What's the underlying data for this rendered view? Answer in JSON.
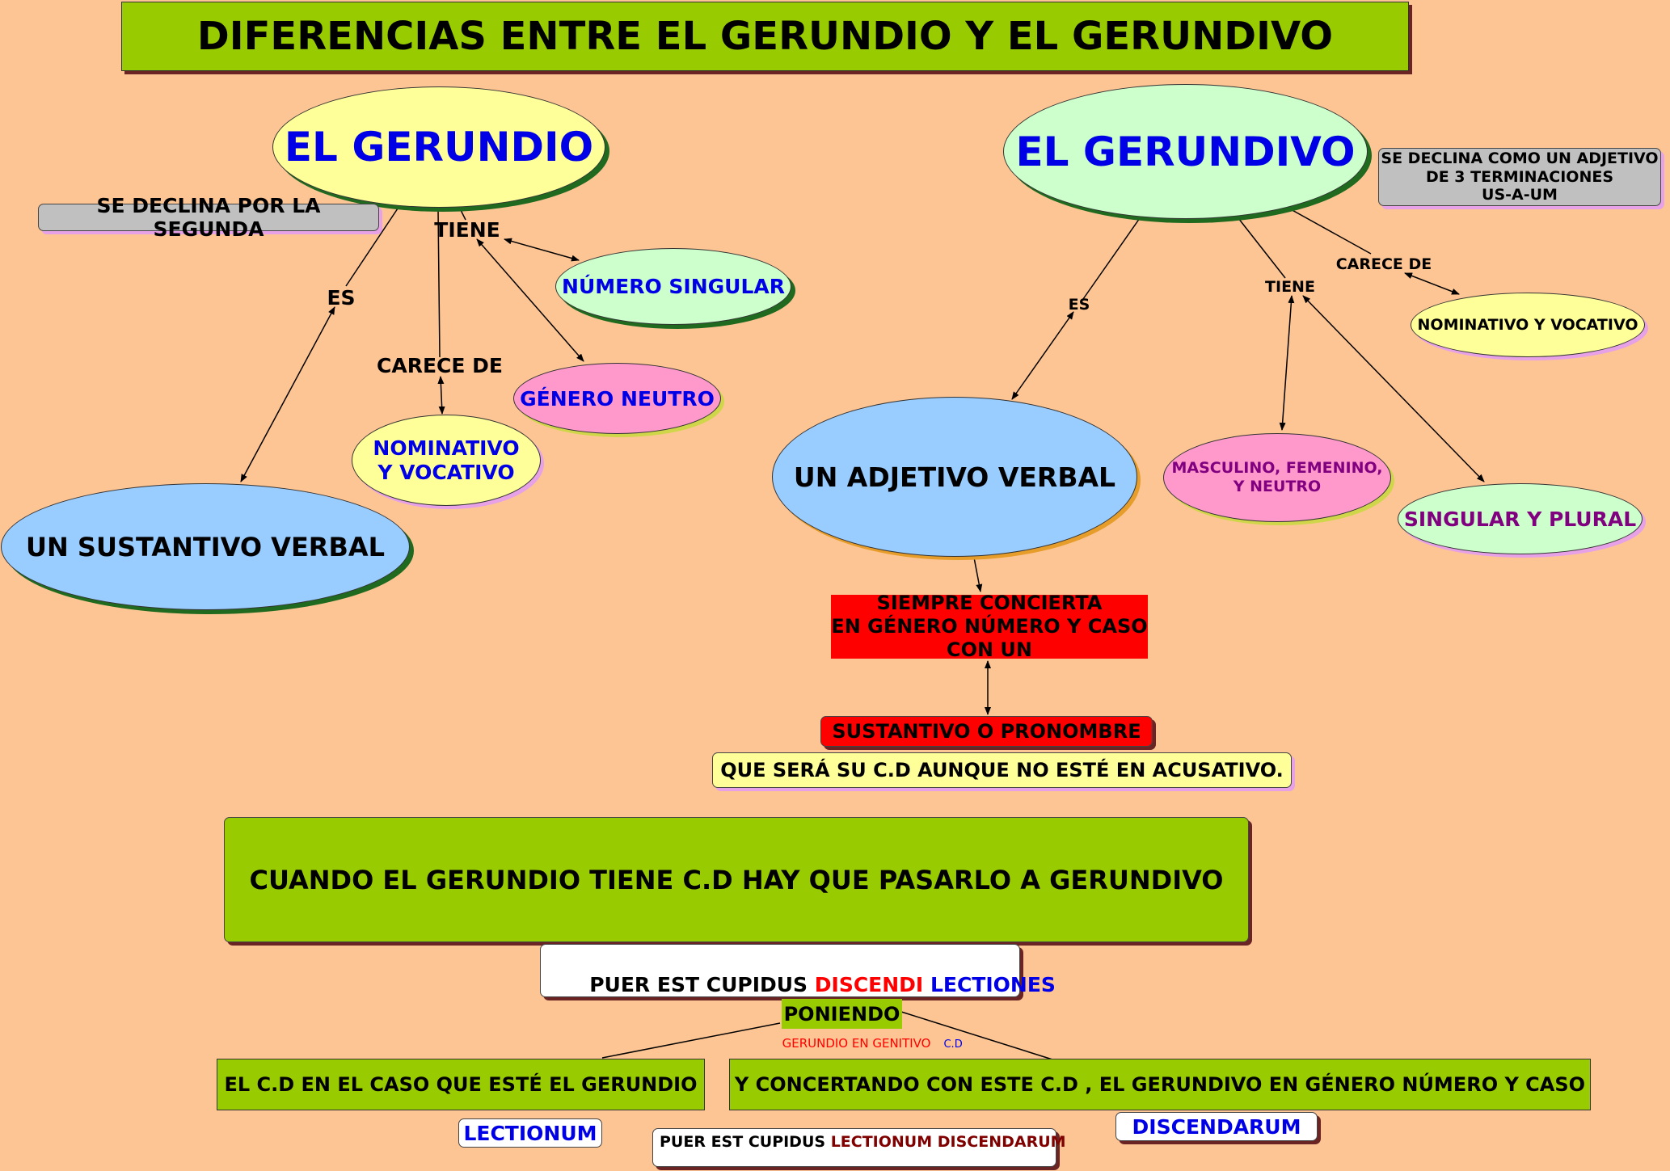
{
  "title": "DIFERENCIAS ENTRE EL GERUNDIO Y EL GERUNDIVO",
  "gerundio": {
    "title": "EL GERUNDIO",
    "declina": "SE DECLINA POR LA SEGUNDA",
    "es_label": "ES",
    "tiene_label": "TIENE",
    "carece_label": "CARECE DE",
    "numero": "NÚMERO SINGULAR",
    "genero": "GÉNERO NEUTRO",
    "nominativo": "NOMINATIVO\nY VOCATIVO",
    "sustantivo": "UN SUSTANTIVO  VERBAL"
  },
  "gerundivo": {
    "title": "EL GERUNDIVO",
    "declina": "SE DECLINA COMO UN ADJETIVO\nDE 3 TERMINACIONES\nUS-A-UM",
    "es_label": "ES",
    "tiene_label": "TIENE",
    "carece_label": "CARECE DE",
    "nominativo": "NOMINATIVO Y VOCATIVO",
    "adjetivo": "UN ADJETIVO VERBAL",
    "genero": "MASCULINO, FEMENINO,\nY NEUTRO",
    "numero": "SINGULAR Y PLURAL",
    "concierta": "SIEMPRE CONCIERTA\nEN GÉNERO NÚMERO Y CASO\nCON  UN",
    "sustantivo": "SUSTANTIVO  O PRONOMBRE",
    "cd_note": "QUE SERÁ SU C.D AUNQUE NO ESTÉ EN ACUSATIVO."
  },
  "rule": {
    "text": "CUANDO EL GERUNDIO  TIENE  C.D HAY QUE PASARLO A GERUNDIVO",
    "example": {
      "part1": "PUER EST CUPIDUS ",
      "part2": "DISCENDI",
      "part3": " LECTIONES",
      "sub1": "GERUNDIO EN GENITIVO",
      "sub2": "C.D"
    },
    "poniendo": "PONIENDO",
    "left": "EL C.D EN EL CASO QUE ESTÉ EL GERUNDIO",
    "right": "Y CONCERTANDO CON ESTE C.D , EL GERUNDIVO EN GÉNERO NÚMERO Y CASO",
    "lectionum": "LECTIONUM",
    "discendarum": "DISCENDARUM",
    "result": {
      "part1": "PUER EST CUPIDUS ",
      "part2": "LECTIONUM DISCENDARUM"
    }
  },
  "colors": {
    "background": "#fec594",
    "green": "#99cc00",
    "light_yellow": "#ffff99",
    "mint": "#ccffcc",
    "pink": "#ff99cc",
    "sky": "#99ccff",
    "red": "#ff0000",
    "grey": "#c0c0c0",
    "blue_text": "#0000e6",
    "purple_text": "#800080"
  }
}
